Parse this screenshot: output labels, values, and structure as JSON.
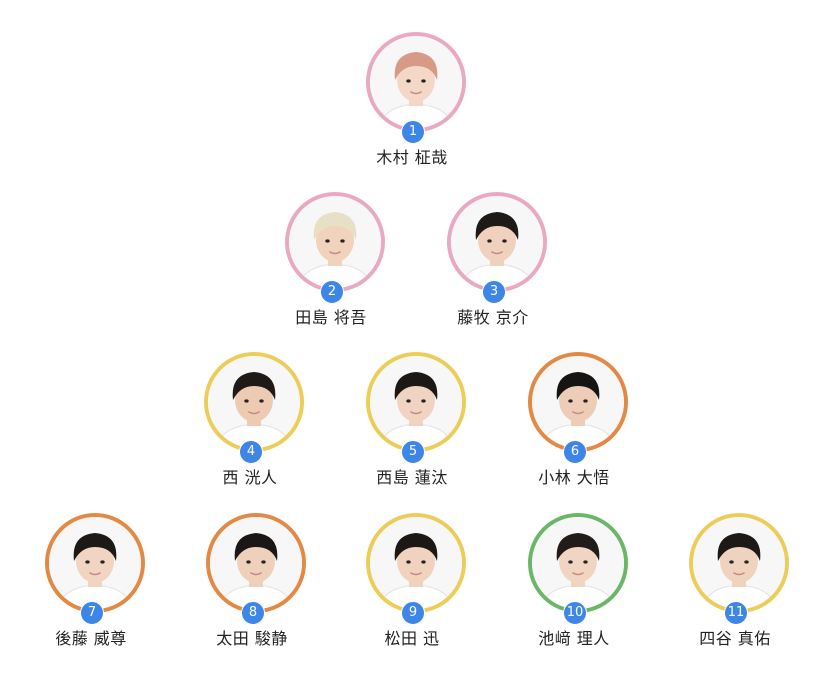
{
  "members": [
    {
      "rank": "1",
      "name": "木村 柾哉",
      "ring": "#e9a9c3",
      "hair": "#d79a86",
      "skin": "#f3d8c8"
    },
    {
      "rank": "2",
      "name": "田島 将吾",
      "ring": "#e9a9c3",
      "hair": "#e8e0c6",
      "skin": "#f0d2bd"
    },
    {
      "rank": "3",
      "name": "藤牧 京介",
      "ring": "#e9a9c3",
      "hair": "#1e1a18",
      "skin": "#efd1be"
    },
    {
      "rank": "4",
      "name": "西 洸人",
      "ring": "#eccd5a",
      "hair": "#1f1a17",
      "skin": "#eccbb2"
    },
    {
      "rank": "5",
      "name": "西島 蓮汰",
      "ring": "#eccd5a",
      "hair": "#1b1816",
      "skin": "#f0d3c0"
    },
    {
      "rank": "6",
      "name": "小林 大悟",
      "ring": "#e28a45",
      "hair": "#171414",
      "skin": "#edcdb8"
    },
    {
      "rank": "7",
      "name": "後藤 威尊",
      "ring": "#e28a45",
      "hair": "#1d1917",
      "skin": "#f1d4c1"
    },
    {
      "rank": "8",
      "name": "太田 駿静",
      "ring": "#e28a45",
      "hair": "#1a1716",
      "skin": "#efd0bb"
    },
    {
      "rank": "9",
      "name": "松田 迅",
      "ring": "#eccd5a",
      "hair": "#1c1816",
      "skin": "#f0d2be"
    },
    {
      "rank": "10",
      "name": "池﨑 理人",
      "ring": "#6ab867",
      "hair": "#211c19",
      "skin": "#f1d5c3"
    },
    {
      "rank": "11",
      "name": "四谷 真佑",
      "ring": "#eccd5a",
      "hair": "#1d1917",
      "skin": "#f0d3bf"
    }
  ]
}
